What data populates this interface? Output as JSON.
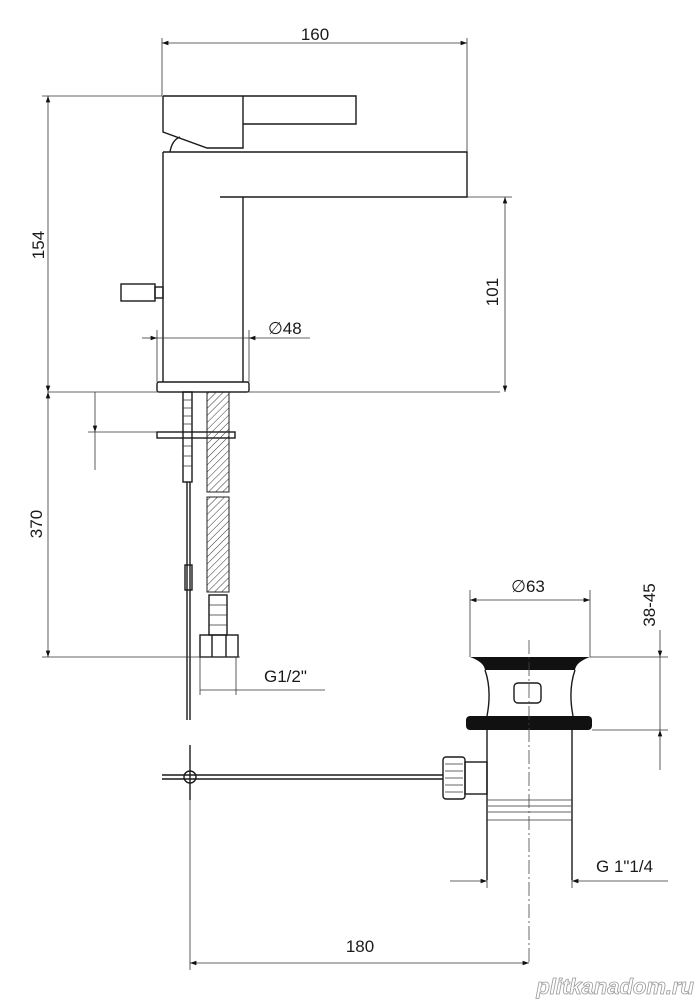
{
  "dimensions": {
    "overall_length": "160",
    "overall_height": "154",
    "spout_height": "101",
    "body_diameter": "∅48",
    "hose_length": "370",
    "connection": "G1/2\"",
    "drain_diameter": "∅63",
    "drain_thickness": "38-45",
    "drain_thread": "G 1\"1/4",
    "rod_length": "180"
  },
  "watermark": "plitkanadom.ru"
}
